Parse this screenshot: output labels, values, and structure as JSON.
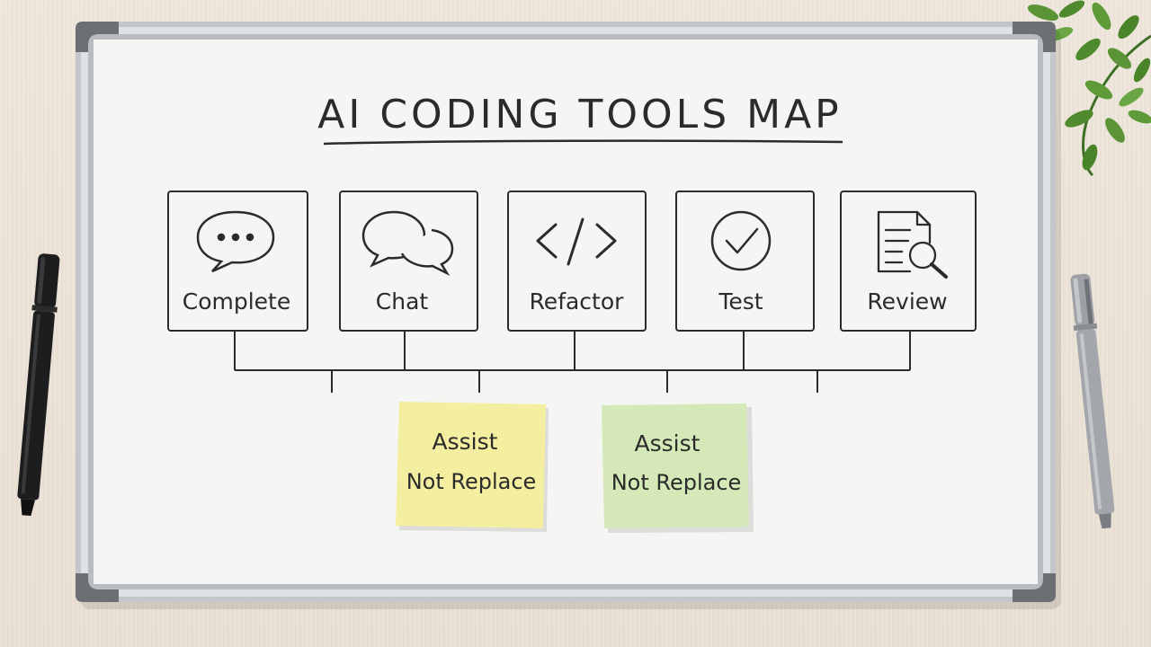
{
  "board": {
    "title": "AI CODING TOOLS MAP",
    "colors": {
      "frame": "#bfc3c7",
      "surface": "#f5f5f3",
      "ink": "#2b2b2b"
    }
  },
  "tools": [
    {
      "label": "Complete",
      "icon": "speech-bubble-dots-icon"
    },
    {
      "label": "Chat",
      "icon": "two-speech-bubbles-icon"
    },
    {
      "label": "Refactor",
      "icon": "code-brackets-icon"
    },
    {
      "label": "Test",
      "icon": "check-circle-icon"
    },
    {
      "label": "Review",
      "icon": "document-magnifier-icon"
    }
  ],
  "notes": [
    {
      "line1": "Assist",
      "line2": "Not Replace",
      "color": "#f4eea0"
    },
    {
      "line1": "Assist",
      "line2": "Not Replace",
      "color": "#d5e9b8"
    }
  ],
  "props": {
    "left_marker_color": "#1d1d1f",
    "right_marker_color": "#9da1a5",
    "plant_color": "#4f8a2f"
  }
}
